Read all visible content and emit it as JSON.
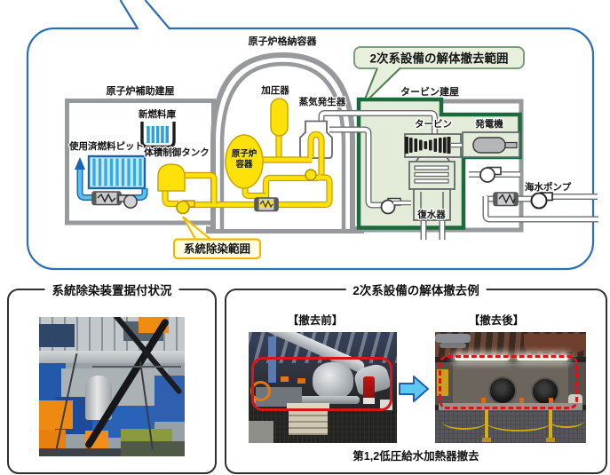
{
  "main_diagram": {
    "containment_label": "原子炉格納容器",
    "aux_building_label": "原子炉補助建屋",
    "turbine_building_label": "タービン建屋",
    "removal_scope_callout": "2次系設備の解体撤去範囲",
    "decon_scope_callout": "系統除染範囲",
    "equipment": {
      "new_fuel_storage": "新燃料庫",
      "spent_fuel_pit": "使用済燃料ピット",
      "volume_control_tank": "体積制御タンク",
      "pressurizer": "加圧器",
      "steam_generator": "蒸気発生器",
      "reactor_vessel_line1": "原子炉",
      "reactor_vessel_line2": "容器",
      "turbine": "タービン",
      "generator": "発電機",
      "condenser": "復水器",
      "seawater_pump": "海水ポンプ"
    }
  },
  "left_panel": {
    "title": "系統除染装置据付状況"
  },
  "right_panel": {
    "title": "2次系設備の解体撤去例",
    "before_label": "【撤去前】",
    "after_label": "【撤去後】",
    "caption": "第1,2低圧給水加熱器撤去"
  },
  "colors": {
    "bubble_border": "#2A6FB7",
    "wall_gray": "#97999C",
    "system_yellow": "#FFE10A",
    "pool_blue": "#56C2EC",
    "scope_green_border": "#1A6B3C",
    "scope_green_fill": "#E3EBD9",
    "highlight_red": "#D9151C",
    "arrow_blue": "#5EC8F0"
  }
}
